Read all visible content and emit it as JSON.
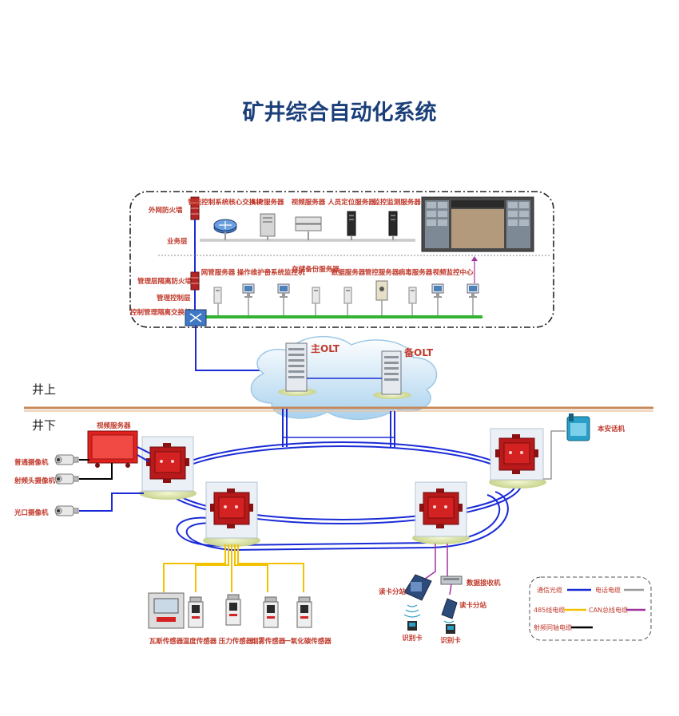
{
  "title": "矿井综合自动化系统",
  "surface": {
    "firewall_outer": "外网防火墙",
    "business_layer": "业务层",
    "firewall_mgmt": "管理层隔离防火墙",
    "control_layer": "管理控制层",
    "control_switch": "控制管理隔离交换机",
    "top_servers": [
      "智能控制系统核心交换机",
      "SIP服务器",
      "视频服务器",
      "人员定位服务器",
      "监控监测服务器"
    ],
    "mgmt_servers": [
      "网管服务器",
      "操作维护台",
      "子系统监控机",
      "存储备份服务器",
      "数据服务器",
      "管控服务器",
      "病毒服务器",
      "视频监控中心"
    ]
  },
  "olt": {
    "main": "主OLT",
    "backup": "备OLT"
  },
  "ground": {
    "above": "井上",
    "below": "井下"
  },
  "underground": {
    "video_server": "视频服务器",
    "cameras": [
      "普通摄像机",
      "射频头摄像机",
      "光口摄像机"
    ],
    "phone": "本安话机",
    "sensors": [
      "瓦斯传感器",
      "温度传感器",
      "压力传感器",
      "烟雾传感器",
      "一氧化碳传感器"
    ],
    "reader_left": "读卡分站",
    "reader_right": "读卡分站",
    "data_receiver": "数据接收机",
    "card_left": "识别卡",
    "card_right": "识别卡"
  },
  "legend": [
    {
      "label": "通信光缆",
      "color": "#1a2bd6"
    },
    {
      "label": "电话电缆",
      "color": "#9a9a9a"
    },
    {
      "label": "485线电缆",
      "color": "#f2c200"
    },
    {
      "label": "CAN总线电缆",
      "color": "#a0339e"
    },
    {
      "label": "射频同轴电缆",
      "color": "#000000"
    }
  ],
  "colors": {
    "fiber": "#1a2bd6",
    "ground": "#c8895a",
    "device_red": "#b8191a",
    "bus_green": "#33b233"
  }
}
